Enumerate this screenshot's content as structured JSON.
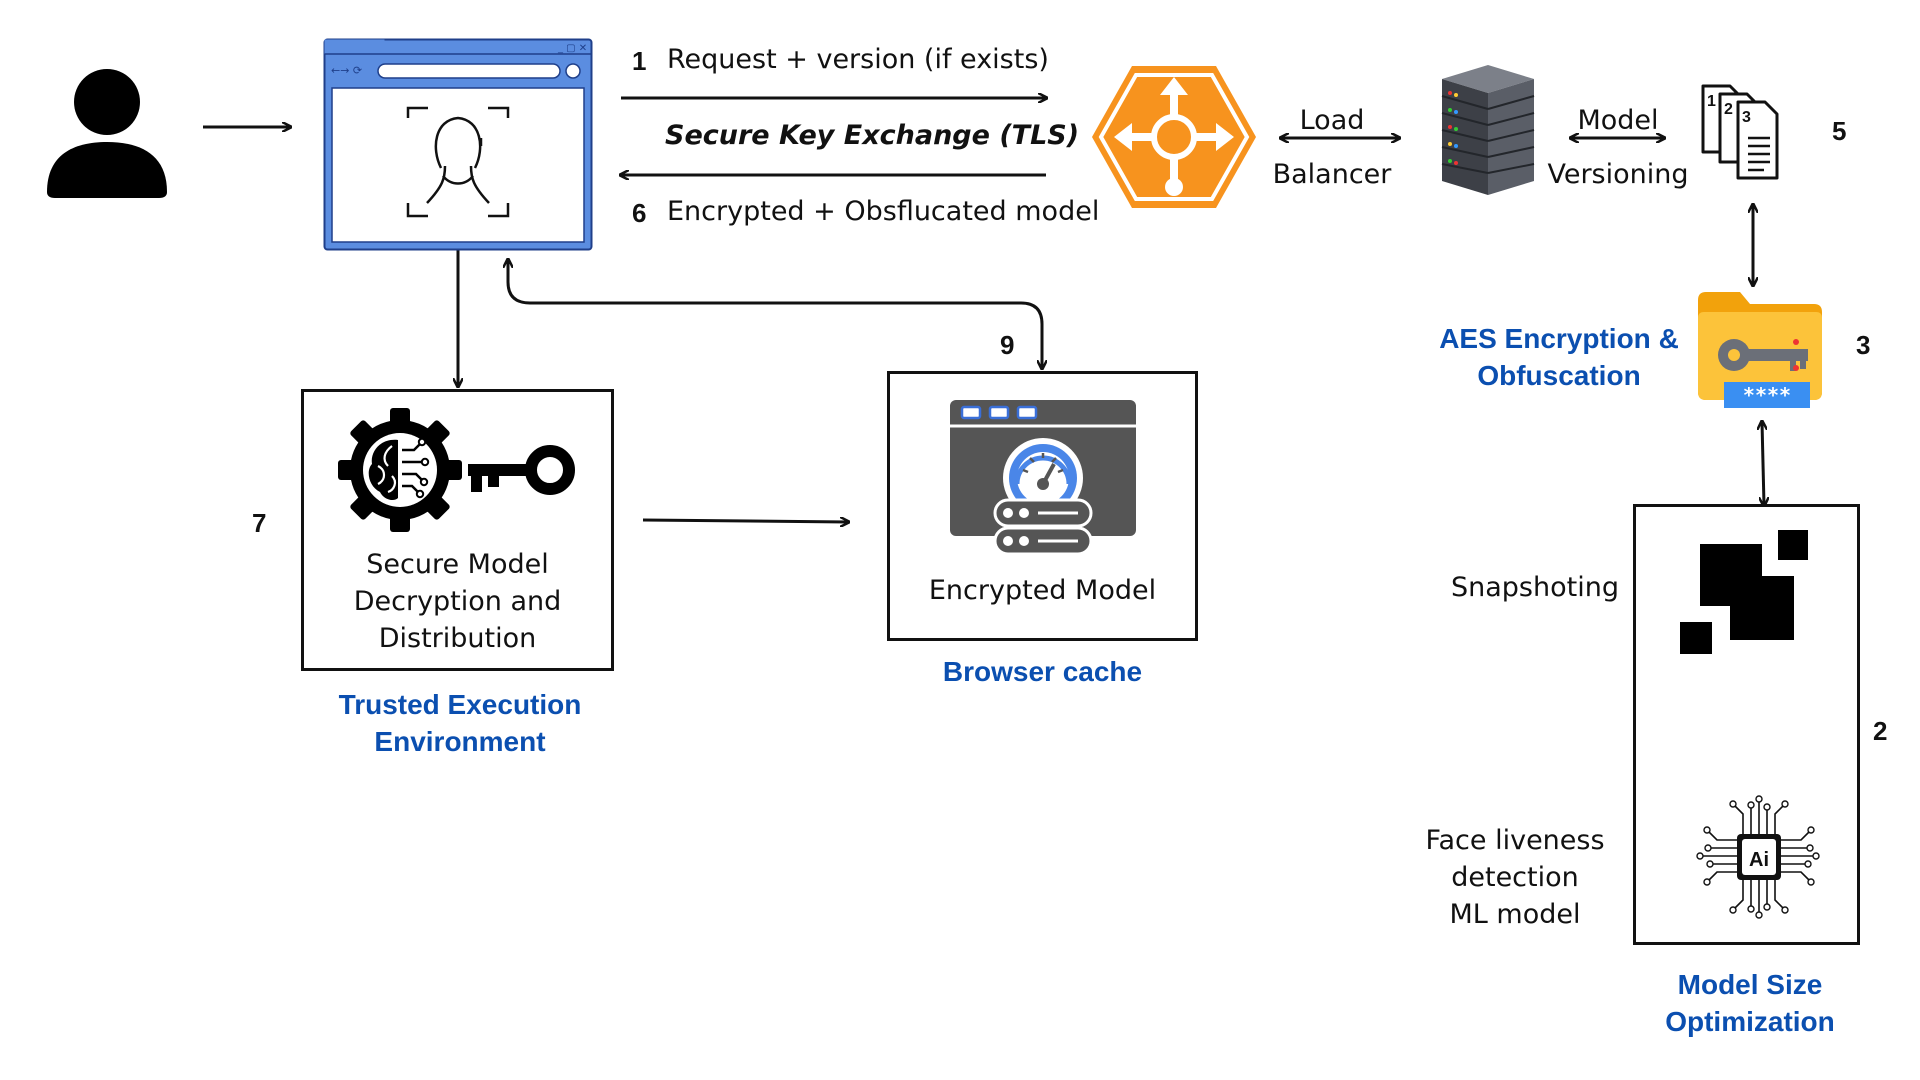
{
  "steps": {
    "s1": "1",
    "s2": "2",
    "s3": "3",
    "s5": "5",
    "s6": "6",
    "s7": "7",
    "s9": "9"
  },
  "flow": {
    "request": "Request + version (if exists)",
    "key_exchange": "Secure Key Exchange (TLS)",
    "encrypted_model": "Encrypted + Obsflucated model"
  },
  "load_balancer": {
    "line1": "Load",
    "line2": "Balancer"
  },
  "versioning": {
    "line1": "Model",
    "line2": "Versioning"
  },
  "aes": {
    "line1": "AES Encryption &",
    "line2": "Obfuscation"
  },
  "model_size": {
    "snapshot": "Snapshoting",
    "ml_line1": "Face liveness",
    "ml_line2": "detection",
    "ml_line3": "ML model",
    "ai_chip": "Ai",
    "caption_line1": "Model Size",
    "caption_line2": "Optimization"
  },
  "tee": {
    "line1": "Secure Model",
    "line2": "Decryption and",
    "line3": "Distribution",
    "caption_line1": "Trusted Execution",
    "caption_line2": "Environment"
  },
  "cache": {
    "label": "Encrypted Model",
    "caption": "Browser cache"
  },
  "docs": {
    "d1": "1",
    "d2": "2",
    "d3": "3"
  },
  "password_mask": "****",
  "icons": {
    "user": "user-icon",
    "browser": "browser-face-scan-icon",
    "load_balancer": "load-balancer-icon",
    "server": "server-rack-icon",
    "documents": "versioned-documents-icon",
    "aes": "folder-key-icon",
    "snapshot": "snapshot-blocks-icon",
    "ai": "ai-chip-icon",
    "tee": "brain-gear-key-icon",
    "cache": "dashboard-server-icon"
  },
  "colors": {
    "accent_blue": "#0b4fb0",
    "browser_blue": "#4a7fd6",
    "orange": "#f7931e",
    "folder": "#f8b12c"
  }
}
